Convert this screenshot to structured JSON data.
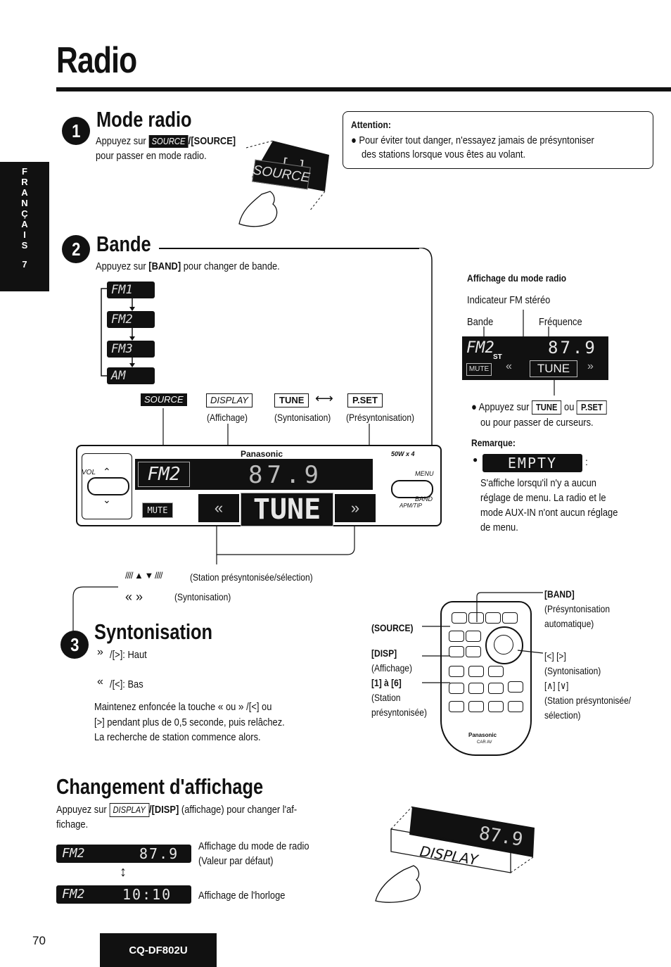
{
  "page": {
    "title": "Radio",
    "side_tab_letters": [
      "F",
      "R",
      "A",
      "N",
      "Ç",
      "A",
      "I",
      "S"
    ],
    "side_tab_number": "7",
    "page_number": "70",
    "model": "CQ-DF802U"
  },
  "mode_radio": {
    "number": "1",
    "heading": "Mode radio",
    "line1_prefix": "Appuyez sur",
    "source_btn": "SOURCE",
    "line1_suffix": "/[SOURCE]",
    "line2": "pour passer en mode radio.",
    "panel_label": "SOURCE"
  },
  "attention": {
    "title": "Attention:",
    "line1": "● Pour éviter tout danger, n'essayez jamais de présyntoniser",
    "line2": "des stations lorsque vous êtes au volant."
  },
  "bande": {
    "number": "2",
    "heading": "Bande",
    "text_prefix": "Appuyez sur",
    "text_bold": "[BAND]",
    "text_suffix": "pour changer de bande.",
    "bands": [
      "FM1",
      "FM2",
      "FM3",
      "AM"
    ]
  },
  "controls": {
    "source": "SOURCE",
    "display": "DISPLAY",
    "display_caption": "(Affichage)",
    "tune": "TUNE",
    "pset": "P.SET",
    "tune_caption": "(Syntonisation)",
    "pset_caption": "(Présyntonisation)"
  },
  "unit": {
    "brand": "Panasonic",
    "power": "50W x 4",
    "vol": "VOL",
    "menu": "MENU",
    "band": "BAND",
    "band_sub": "APM/TIP",
    "band_display": "FM2",
    "freq_display": "87.9",
    "mute": "MUTE",
    "tune_display": "TUNE"
  },
  "arrows_legend": {
    "preset": "(Station présyntonisée/sélection)",
    "tune": "(Syntonisation)"
  },
  "affichage_mode": {
    "title": "Affichage du mode radio",
    "indicator": "Indicateur FM stéréo",
    "band_label": "Bande",
    "freq_label": "Fréquence",
    "lcd_band": "FM2",
    "lcd_freq": "87.9",
    "lcd_st": "ST",
    "lcd_mute": "MUTE",
    "lcd_tune": "TUNE",
    "press_prefix": "● Appuyez sur",
    "press_or": "ou",
    "press_line2": "ou pour passer de curseurs.",
    "tune_btn": "TUNE",
    "pset_btn": "P.SET"
  },
  "remarque": {
    "title": "Remarque:",
    "empty": "EMPTY",
    "bullet": "●",
    "colon": ":",
    "lines": [
      "S'affiche lorsqu'il n'y a aucun",
      "réglage de menu. La radio et le",
      "mode AUX-IN n'ont aucun réglage",
      "de menu."
    ]
  },
  "syntonisation": {
    "number": "3",
    "heading": "Syntonisation",
    "up": "/[>]: Haut",
    "down": "/[<]: Bas",
    "para_line1_a": "Maintenez enfoncée la touche",
    "para_line1_b": "ou",
    "para_line1_c": "/[<] ou",
    "para_line2": "[>] pendant plus de 0,5 seconde, puis relâchez.",
    "para_line3": "La recherche de station commence alors."
  },
  "remote": {
    "source": "(SOURCE)",
    "disp": "[DISP]",
    "disp_caption": "(Affichage)",
    "presets": "[1] à [6]",
    "presets_caption1": "(Station",
    "presets_caption2": "présyntonisée)",
    "band": "[BAND]",
    "band_caption1": "(Présyntonisation",
    "band_caption2": "automatique)",
    "lr": "[<] [>]",
    "lr_caption": "(Syntonisation)",
    "ud": "[∧] [∨]",
    "ud_caption1": "(Station présyntonisée/",
    "ud_caption2": "sélection)",
    "brand": "Panasonic",
    "sub": "CAR AV"
  },
  "changement": {
    "heading": "Changement d'affichage",
    "line1_prefix": "Appuyez sur",
    "display_btn": "DISPLAY",
    "line1_bold": "/[DISP]",
    "line1_suffix": "(affichage) pour changer l'af-",
    "line2": "fichage.",
    "lcd1_band": "FM2",
    "lcd1_value": "87.9",
    "lcd2_band": "FM2",
    "lcd2_value": "10:10",
    "caption1_a": "Affichage du mode de radio",
    "caption1_b": "(Valeur par défaut)",
    "caption2": "Affichage de l'horloge",
    "panel_value": "87.9",
    "panel_label": "DISPLAY"
  }
}
